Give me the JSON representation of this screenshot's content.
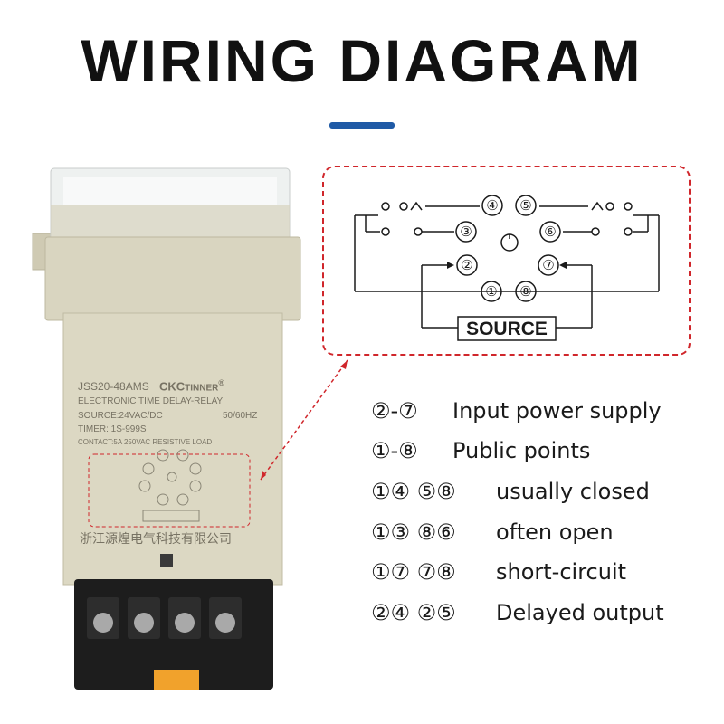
{
  "title": "WIRING DIAGRAM",
  "device": {
    "model": "JSS20-48AMS",
    "brand": "CKC",
    "brand_suffix": "TINNER",
    "registered_mark": "®",
    "line1": "ELECTRONIC  TIME DELAY-RELAY",
    "line2": "SOURCE:24VAC/DC",
    "line2_right": "50/60HZ",
    "line3": "TIMER: 1S-999S",
    "line4": "CONTACT:5A  250VAC  RESISTIVE  LOAD",
    "maker": "浙江源煌电气科技有限公司"
  },
  "diagram": {
    "pins": [
      "①",
      "②",
      "③",
      "④",
      "⑤",
      "⑥",
      "⑦",
      "⑧"
    ],
    "source_label": "SOURCE"
  },
  "legend": [
    {
      "codes": "②-⑦",
      "desc": "Input power supply"
    },
    {
      "codes": "①-⑧",
      "desc": "Public points"
    },
    {
      "codes": "①④ ⑤⑧",
      "desc": "usually closed"
    },
    {
      "codes": "①③ ⑧⑥",
      "desc": "often open"
    },
    {
      "codes": "①⑦ ⑦⑧",
      "desc": "short-circuit"
    },
    {
      "codes": "②④ ②⑤",
      "desc": "Delayed output"
    }
  ],
  "colors": {
    "accent": "#1f5aa6",
    "dashed_red": "#d0262b",
    "device_body": "#d9d5c0"
  }
}
